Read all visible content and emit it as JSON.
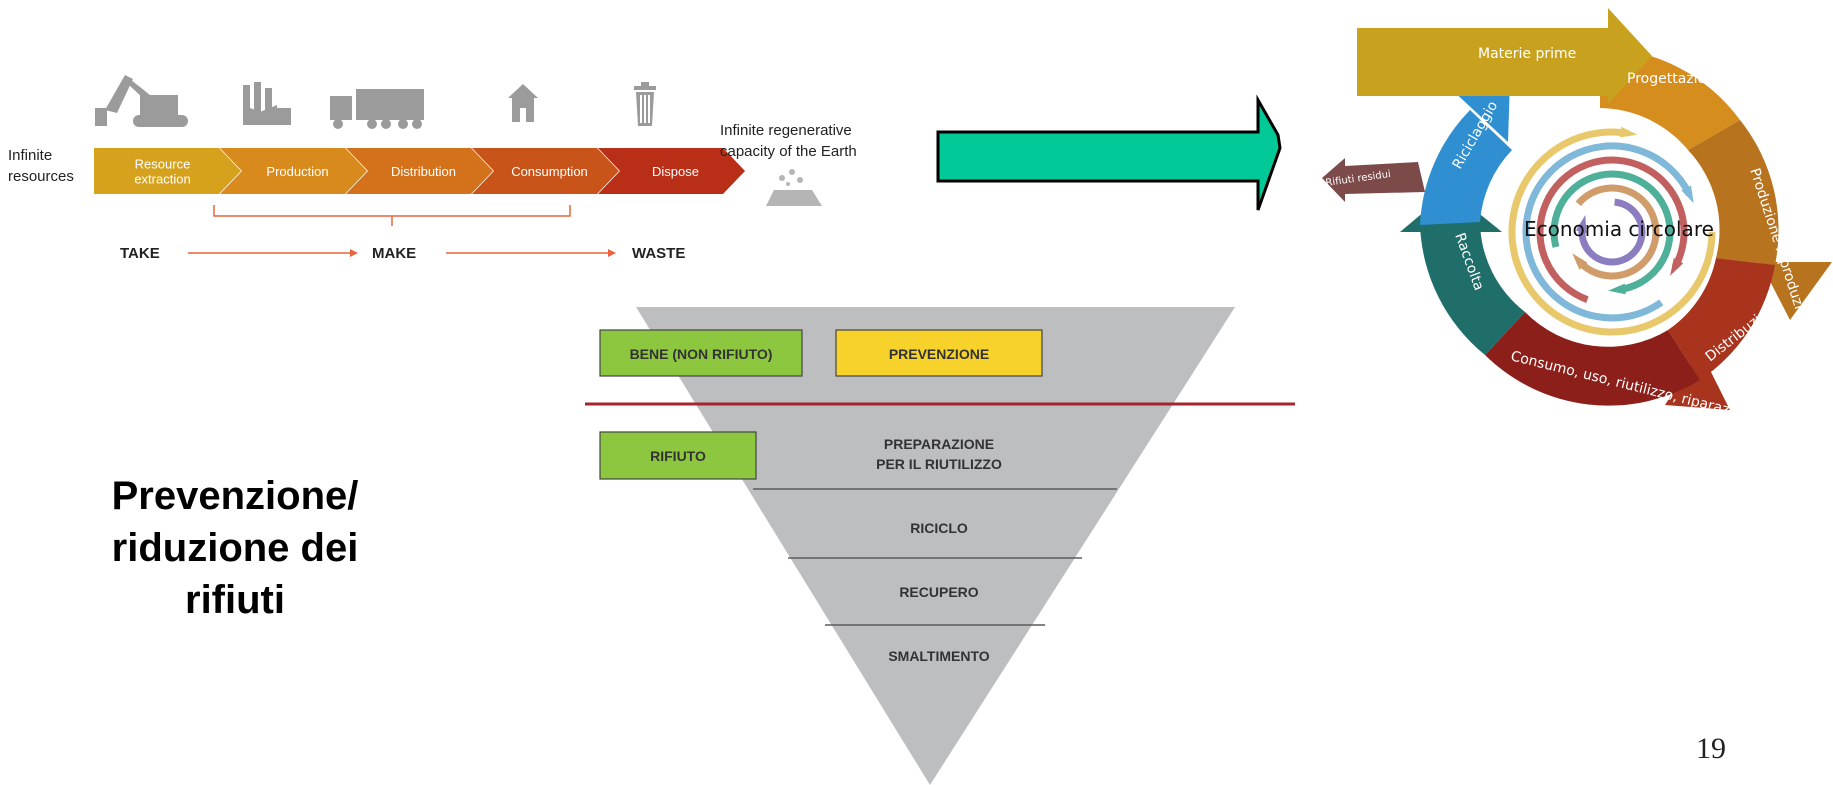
{
  "linear_economy": {
    "start_label": [
      "Infinite",
      "resources"
    ],
    "steps": [
      {
        "label": [
          "Resource",
          "extraction"
        ],
        "icon": "excavator-icon",
        "color": "#d6a21e"
      },
      {
        "label": [
          "Production"
        ],
        "icon": "factory-icon",
        "color": "#d98a1c"
      },
      {
        "label": [
          "Distribution"
        ],
        "icon": "truck-icon",
        "color": "#d4711b"
      },
      {
        "label": [
          "Consumption"
        ],
        "icon": "house-icon",
        "color": "#c9541a"
      },
      {
        "label": [
          "Dispose"
        ],
        "icon": "trash-icon",
        "color": "#b92e16"
      }
    ],
    "end_label": [
      "Infinite regenerative",
      "capacity of the Earth"
    ],
    "end_icon": "landfill-icon",
    "flow_words": [
      "TAKE",
      "MAKE",
      "WASTE"
    ],
    "flow_line_color": "#e8643c"
  },
  "transition_arrow": {
    "color": "#00c896",
    "icon": "right-arrow-icon"
  },
  "circular_economy": {
    "center_label": "Economia circolare",
    "segments": [
      {
        "label": "Materie prime",
        "color": "#c8a21e"
      },
      {
        "label": "Progettazione",
        "color": "#d58d1e"
      },
      {
        "label": "Produzione Riproduzione",
        "color": "#b8731e"
      },
      {
        "label": "Distribuzione",
        "color": "#a8341e"
      },
      {
        "label": "Consumo, uso, riutilizzo, riparazione",
        "color": "#8c1f1a"
      },
      {
        "label": "Raccolta",
        "color": "#1f6e6a"
      },
      {
        "label": "Riciclaggio",
        "color": "#2f8fd0"
      }
    ],
    "side_arrow": {
      "label": "Rifiuti residui",
      "color": "#7d4a4a"
    },
    "inner_spiral_colors": [
      "#e8c86a",
      "#7fb8d8",
      "#c26060",
      "#4fb09a",
      "#d09c6a",
      "#8c7cc0"
    ]
  },
  "waste_hierarchy": {
    "levels": [
      "PREPARAZIONE\nPER IL RIUTILIZZO",
      "RICICLO",
      "RECUPERO",
      "SMALTIMENTO"
    ],
    "level_lines": [
      "PREPARAZIONE",
      "PER IL RIUTILIZZO"
    ],
    "badges": {
      "bene": {
        "label": "BENE (NON RIFIUTO)",
        "color": "#8dc63f"
      },
      "prevenzione": {
        "label": "PREVENZIONE",
        "color": "#f7d22b"
      },
      "rifiuto": {
        "label": "RIFIUTO",
        "color": "#8dc63f"
      }
    },
    "triangle_color": "#bdbec0",
    "divider_color": "#a4252d"
  },
  "side_heading": [
    "Prevenzione/",
    "riduzione dei",
    "rifiuti"
  ],
  "page_number": "19"
}
